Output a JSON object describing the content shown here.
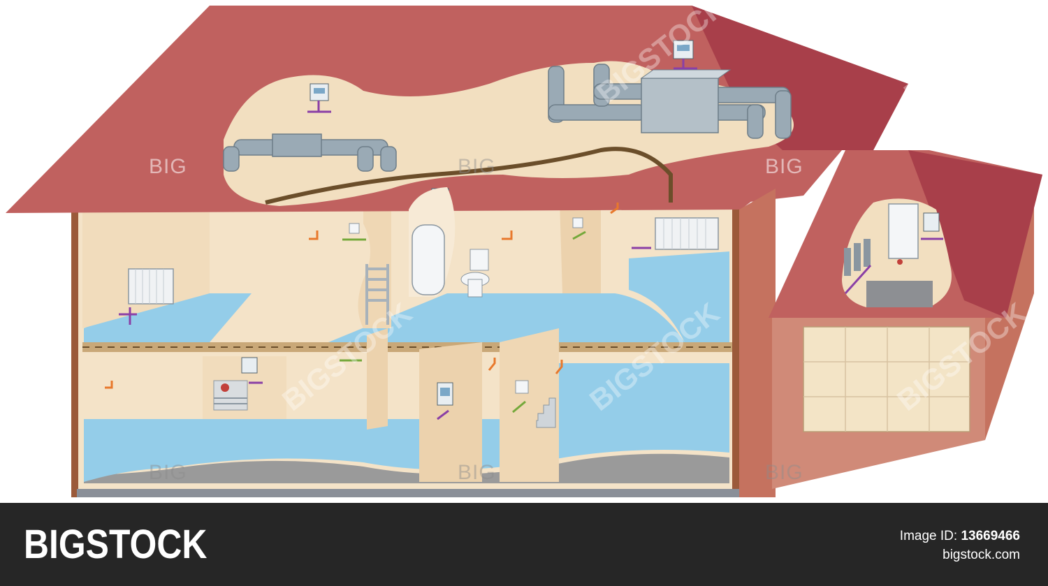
{
  "illustration": {
    "subject": "house-cutaway-hvac",
    "colors": {
      "roof": "#c0615f",
      "roof_dark": "#a83f4a",
      "wall_outer": "#d08a78",
      "interior_wall": "#f4e3c8",
      "floor": "#94cde9",
      "duct": "#9aaab5",
      "arrow_purple": "#8a3fa6",
      "arrow_green": "#74a83a",
      "arrow_orange": "#e8782c",
      "garage_door": "#f3e4c6"
    },
    "icons": [
      "thermostat-icon",
      "radiator-icon",
      "water-heater-icon",
      "toilet-icon",
      "boiler-icon",
      "ventilation-unit-icon",
      "duct-icon",
      "garage-door-icon",
      "stairs-icon"
    ]
  },
  "watermarks": {
    "big": "BIG",
    "stock": "BIGSTOCK"
  },
  "footer": {
    "brand": "BIGSTOCK",
    "image_id_label": "Image ID:",
    "image_id": "13669466",
    "site": "bigstock.com"
  }
}
